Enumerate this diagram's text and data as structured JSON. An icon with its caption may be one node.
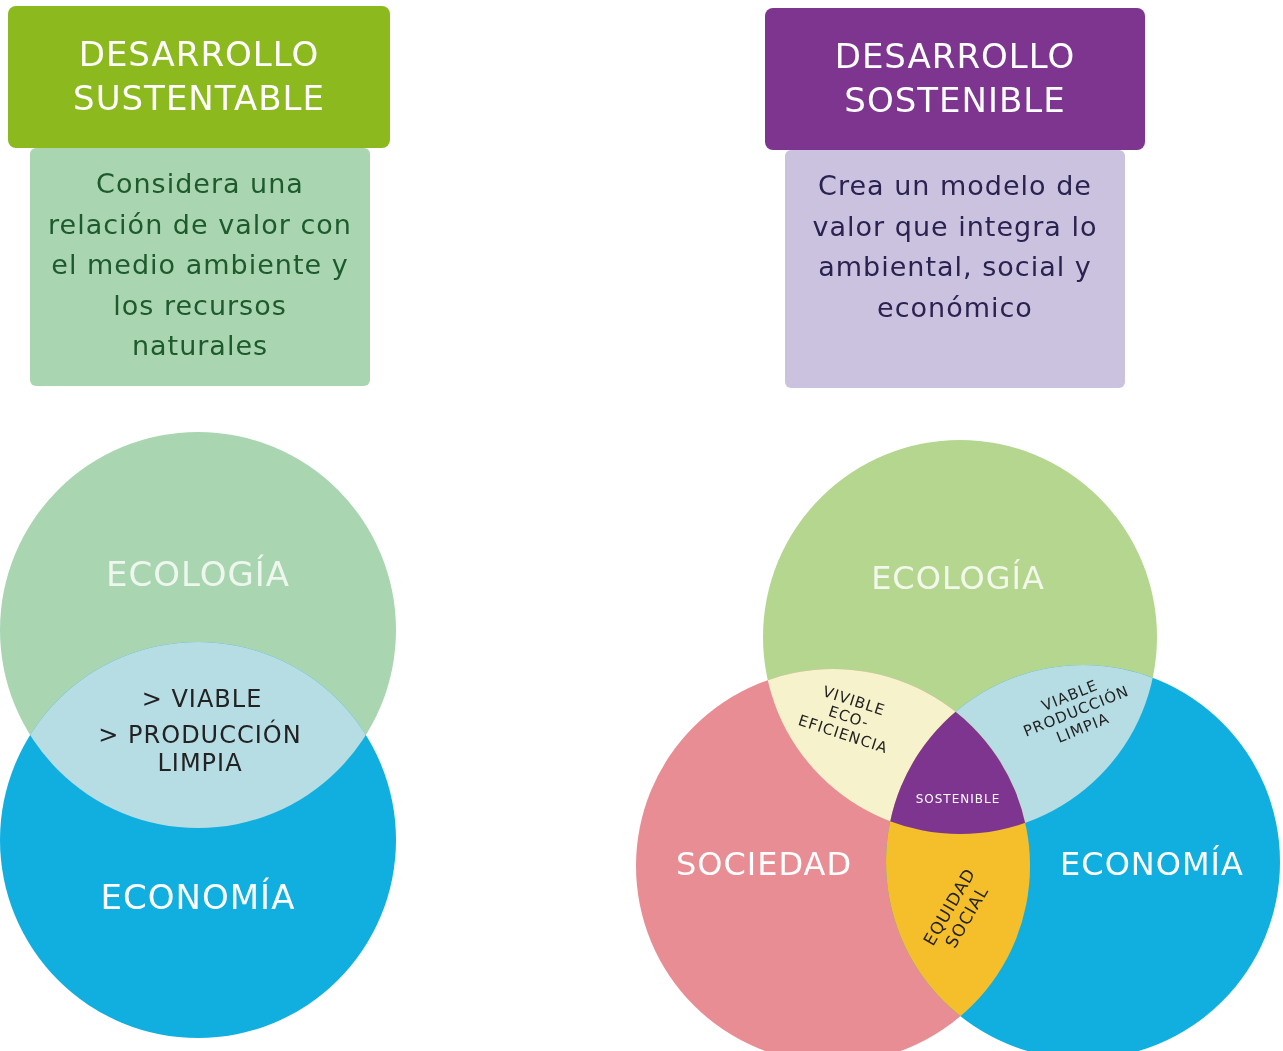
{
  "diagram": {
    "nodes": [
      {
        "text": [
          "DESARROLLO SUSTENTABLE"
        ]
      },
      {
        "text": [
          "Considera una relación de valor con el medio ambiente y los recursos naturales"
        ]
      },
      {
        "text": [
          "DESARROLLO SOSTENIBLE"
        ]
      },
      {
        "text": [
          "Crea un modelo de valor que integra lo ambiental, social y económico"
        ]
      },
      {
        "text": [
          "ECOLOGÍA"
        ]
      },
      {
        "text": [
          "ECONOMÍA"
        ]
      },
      {
        "text": [
          "> VIABLE",
          "> PRODUCCIÓN LIMPIA"
        ]
      },
      {
        "text": [
          "ECOLOGÍA"
        ]
      },
      {
        "text": [
          "SOCIEDAD"
        ]
      },
      {
        "text": [
          "ECONOMÍA"
        ]
      },
      {
        "text": [
          "VIVIBLE ECO- EFICIENCIA"
        ]
      },
      {
        "text": [
          "VIABLE PRODUCCIÓN LIMPIA"
        ]
      },
      {
        "text": [
          "SOSTENIBLE"
        ]
      },
      {
        "text": [
          "EQUIDAD SOCIAL"
        ]
      }
    ]
  }
}
